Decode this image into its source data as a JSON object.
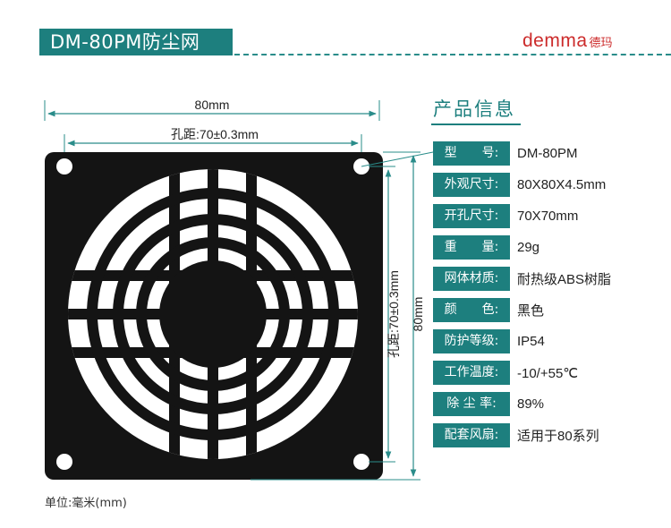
{
  "header": {
    "title": "DM-80PM防尘网",
    "brand_en": "demma",
    "brand_cn": "德玛"
  },
  "drawing": {
    "width_label": "80mm",
    "hole_pitch_label": "孔距:70±0.3mm",
    "side_hole_pitch_label": "孔距:70±0.3mm",
    "side_height_label": "80mm"
  },
  "unit_note": "单位:毫米(mm)",
  "info": {
    "heading": "产品信息",
    "rows": [
      {
        "key": "型　　号:",
        "value": "DM-80PM"
      },
      {
        "key": "外观尺寸:",
        "value": "80X80X4.5mm"
      },
      {
        "key": "开孔尺寸:",
        "value": "70X70mm"
      },
      {
        "key": "重　　量:",
        "value": "29g"
      },
      {
        "key": "网体材质:",
        "value": "耐热级ABS树脂"
      },
      {
        "key": "颜　　色:",
        "value": "黑色"
      },
      {
        "key": "防护等级:",
        "value": "IP54"
      },
      {
        "key": "工作温度:",
        "value": "-10/+55℃"
      },
      {
        "key": "除 尘 率:",
        "value": "89%"
      },
      {
        "key": "配套风扇:",
        "value": "适用于80系列"
      }
    ]
  },
  "colors": {
    "accent": "#1d7f7e",
    "brand": "#cc2b2b",
    "frame": "#111111"
  }
}
